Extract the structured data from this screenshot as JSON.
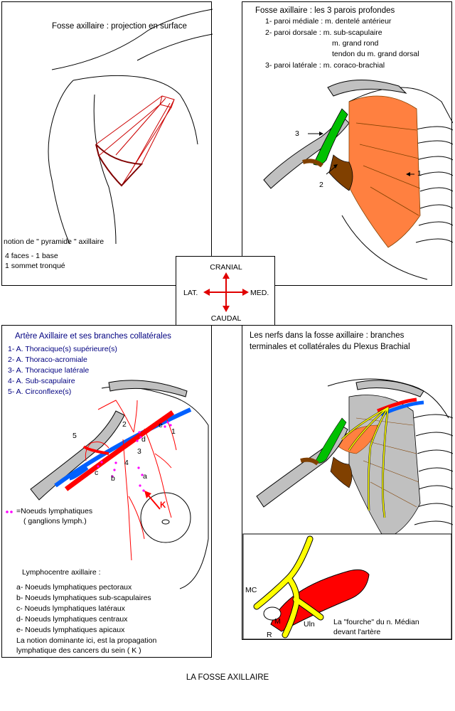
{
  "panel_surface": {
    "title": "Fosse axillaire : projection en surface",
    "notes": [
      "notion de \" pyramide \" axillaire",
      "4 faces - 1 base",
      "1 sommet tronqué"
    ]
  },
  "panel_walls": {
    "title": "Fosse axillaire : les 3 parois profondes",
    "lines": [
      "1- paroi médiale : m. dentelé antérieur",
      "2- paroi dorsale : m. sub-scapulaire",
      "m. grand rond",
      "tendon du m. grand dorsal",
      "3- paroi latérale : m. coraco-brachial"
    ],
    "markers": [
      "1",
      "2",
      "3"
    ]
  },
  "orientation": {
    "top": "CRANIAL",
    "bottom": "CAUDAL",
    "left": "LAT.",
    "right": "MED.",
    "arrow_color": "#e00000"
  },
  "panel_artery": {
    "title": "Artère Axillaire et ses branches collatérales",
    "branches": [
      "1- A. Thoracique(s) supérieure(s)",
      "2- A. Thoraco-acromiale",
      "3- A. Thoracique latérale",
      "4- A. Sub-scapulaire",
      "5- A. Circonflexe(s)"
    ],
    "figure_labels": [
      "1",
      "2",
      "3",
      "4",
      "5",
      "a",
      "b",
      "c",
      "d",
      "e",
      "K"
    ],
    "legend_symbol": "⬩⬩",
    "legend_lines": [
      "=Noeuds lymphatiques",
      "( ganglions lymph.)"
    ],
    "lympho_title": "Lymphocentre axillaire :",
    "lympho_items": [
      "a- Noeuds lymphatiques pectoraux",
      "b- Noeuds lymphatiques sub-scapulaires",
      "c- Noeuds lymphatiques latéraux",
      "d- Noeuds lymphatiques centraux",
      "e- Noeuds lymphatiques apicaux",
      "La notion dominante ici, est la propagation",
      "lymphatique des cancers du sein ( K )"
    ]
  },
  "panel_nerves": {
    "title_lines": [
      "Les nerfs dans la fosse axillaire : branches",
      "terminales et collatérales du Plexus Brachial"
    ],
    "inset_labels": [
      "MC",
      "M",
      "R",
      "Uln"
    ],
    "inset_caption": [
      "La \"fourche\" du n. Médian",
      "devant l'artère"
    ]
  },
  "footer": "LA FOSSE AXILLAIRE",
  "colors": {
    "muscle": "#ff8040",
    "wall_dorsal": "#804000",
    "wall_lateral": "#00c000",
    "bone": "#c0c0c0",
    "artery": "#ff0000",
    "vein": "#0060ff",
    "nerve": "#ffff00",
    "nodes": "#ff00ff"
  }
}
